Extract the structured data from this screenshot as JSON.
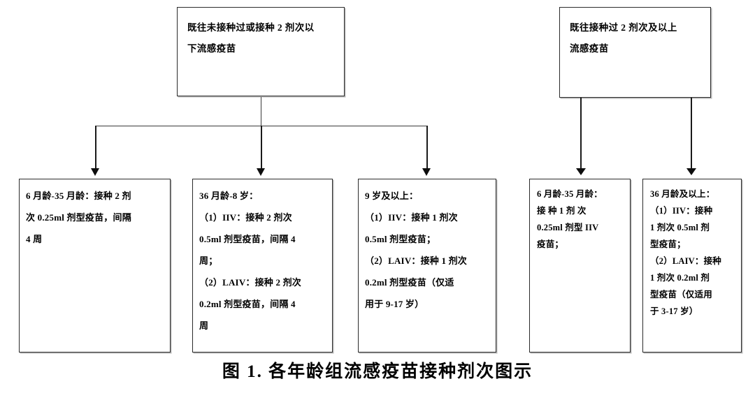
{
  "diagram": {
    "caption": "图 1. 各年龄组流感疫苗接种剂次图示",
    "branches": [
      {
        "id": "no-prior-or-under-2-doses",
        "root": {
          "name": "root-box-unvaccinated",
          "text": "既往未接种过或接种 2 剂次以\n下流感疫苗"
        },
        "children": [
          {
            "name": "leaf-6m-35m-two-doses",
            "text": "6 月龄-35 月龄：接种 2 剂\n次 0.25ml 剂型疫苗，间隔\n4 周"
          },
          {
            "name": "leaf-36m-8y",
            "text": "36 月龄-8 岁：\n（1）IIV：接种 2 剂次\n0.5ml 剂型疫苗，间隔 4\n周；\n（2）LAIV：接种 2 剂次\n0.2ml 剂型疫苗，间隔 4\n周"
          },
          {
            "name": "leaf-9y-and-above",
            "text": "9 岁及以上：\n（1）IIV：接种 1 剂次\n0.5ml 剂型疫苗；\n（2）LAIV：接种 1 剂次\n0.2ml 剂型疫苗（仅适\n用于 9-17 岁）"
          }
        ]
      },
      {
        "id": "prior-two-or-more-doses",
        "root": {
          "name": "root-box-vaccinated",
          "text": "既往接种过 2 剂次及以上\n流感疫苗"
        },
        "children": [
          {
            "name": "leaf-6m-35m-one-dose",
            "text": "6 月龄-35 月龄：\n接 种 1 剂 次\n0.25ml 剂型 IIV\n疫苗；"
          },
          {
            "name": "leaf-36m-and-above",
            "text": "36 月龄及以上：\n（1）IIV：接种\n1 剂次 0.5ml 剂\n型疫苗；\n（2）LAIV：接种\n1 剂次 0.2ml 剂\n型疫苗（仅适用\n于 3-17 岁）"
          }
        ]
      }
    ]
  }
}
